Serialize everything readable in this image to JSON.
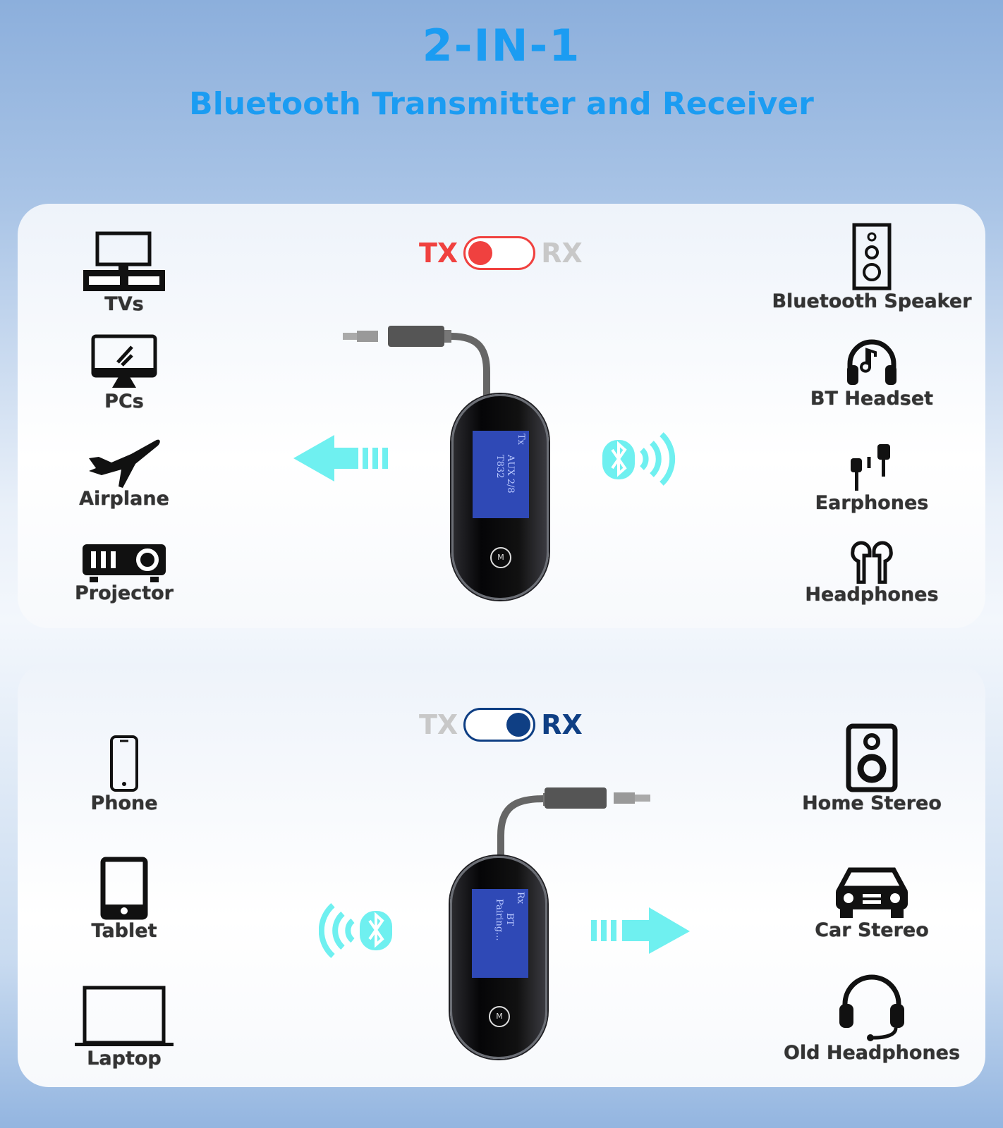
{
  "header": {
    "title": "2-IN-1",
    "subtitle": "Bluetooth Transmitter and Receiver"
  },
  "colors": {
    "title": "#1b9cf2",
    "tx_active": "#f0413f",
    "rx_active": "#0f3f84",
    "inactive": "#c8c8c8",
    "arrow": "#6ff0f0"
  },
  "tx_panel": {
    "toggle": {
      "left": "TX",
      "right": "RX",
      "state": "TX"
    },
    "screen": {
      "line1": "Tx",
      "line2": "AUX  2/8",
      "line3": "T832",
      "button": "M"
    },
    "sources": [
      {
        "label": "TVs",
        "icon": "tv-icon"
      },
      {
        "label": "PCs",
        "icon": "pc-icon"
      },
      {
        "label": "Airplane",
        "icon": "airplane-icon"
      },
      {
        "label": "Projector",
        "icon": "projector-icon"
      }
    ],
    "targets": [
      {
        "label": "Bluetooth Speaker",
        "icon": "speaker-icon"
      },
      {
        "label": "BT Headset",
        "icon": "headset-icon"
      },
      {
        "label": "Earphones",
        "icon": "earphones-icon"
      },
      {
        "label": "Headphones",
        "icon": "earbuds-icon"
      }
    ]
  },
  "rx_panel": {
    "toggle": {
      "left": "TX",
      "right": "RX",
      "state": "RX"
    },
    "screen": {
      "line1": "Rx",
      "line2": "BT",
      "line3": "Pairing...",
      "button": "M"
    },
    "sources": [
      {
        "label": "Phone",
        "icon": "phone-icon"
      },
      {
        "label": "Tablet",
        "icon": "tablet-icon"
      },
      {
        "label": "Laptop",
        "icon": "laptop-icon"
      }
    ],
    "targets": [
      {
        "label": "Home Stereo",
        "icon": "home-stereo-icon"
      },
      {
        "label": "Car Stereo",
        "icon": "car-icon"
      },
      {
        "label": "Old Headphones",
        "icon": "headphones-icon"
      }
    ]
  }
}
